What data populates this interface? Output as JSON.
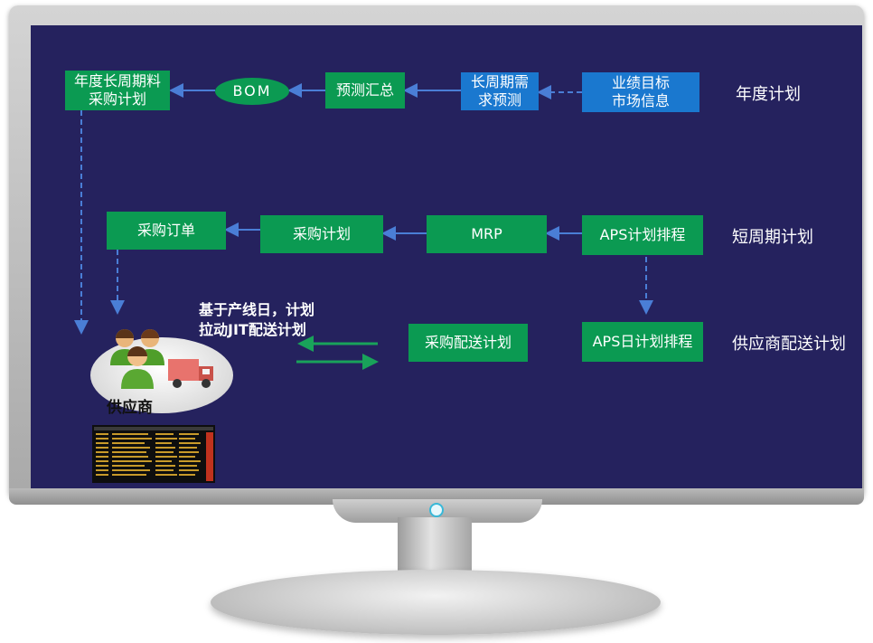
{
  "diagram": {
    "nodes": {
      "annual_purchase_plan": "年度长周期料\n采购计划",
      "bom": "BOM",
      "forecast_summary": "预测汇总",
      "long_cycle_forecast": "长周期需\n求预测",
      "business_target": "业绩目标\n市场信息",
      "purchase_order": "采购订单",
      "purchase_plan": "采购计划",
      "mrp": "MRP",
      "aps_plan": "APS计划排程",
      "purchase_delivery_plan": "采购配送计划",
      "aps_daily_plan": "APS日计划排程"
    },
    "row_labels": {
      "annual": "年度计划",
      "short_cycle": "短周期计划",
      "supplier_delivery": "供应商配送计划"
    },
    "annotation": "基于产线日，计划\n拉动JIT配送计划",
    "supplier_label": "供应商"
  },
  "colors": {
    "screen_bg": "#25225e",
    "node_green": "#0b9a52",
    "node_blue": "#1a78cf",
    "arrow_blue": "#4a7ed6",
    "arrow_green": "#19a35a"
  },
  "icons": [
    "people-icon",
    "truck-icon",
    "terminal-screen-icon",
    "power-led-icon"
  ]
}
